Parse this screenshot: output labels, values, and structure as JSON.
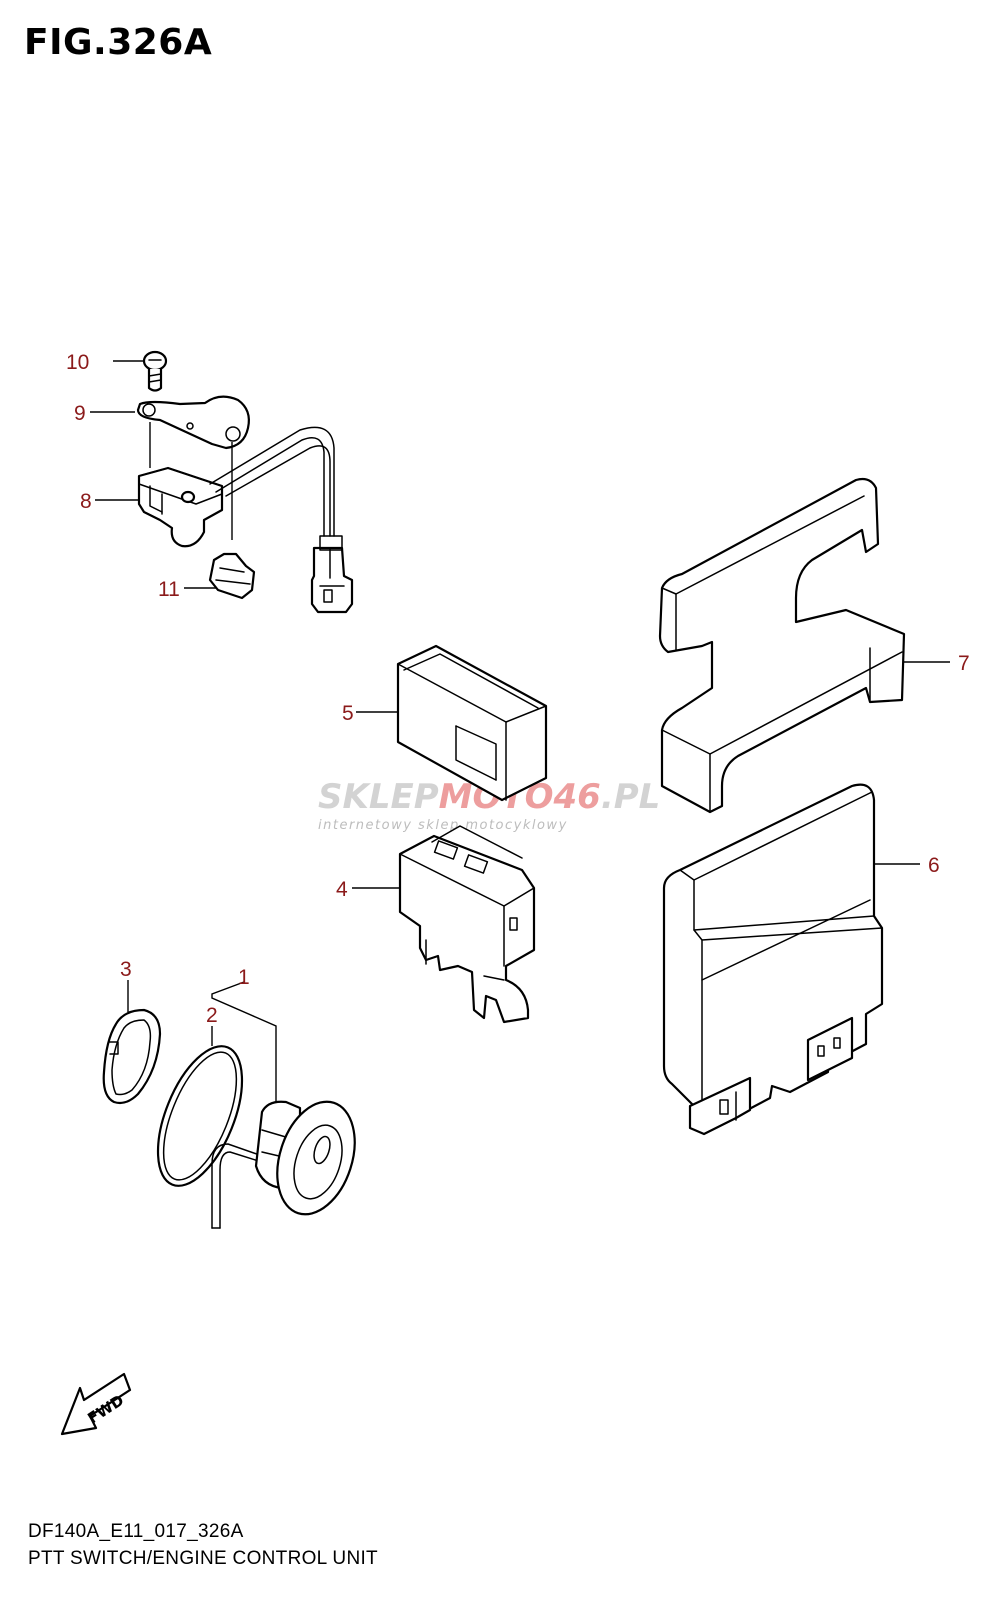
{
  "figure": {
    "title": "FIG.326A",
    "code": "DF140A_E11_017_326A",
    "caption": "PTT SWITCH/ENGINE CONTROL UNIT"
  },
  "callouts": {
    "c1": "1",
    "c2": "2",
    "c3": "3",
    "c4": "4",
    "c5": "5",
    "c6": "6",
    "c7": "7",
    "c8": "8",
    "c9": "9",
    "c10": "10",
    "c11": "11"
  },
  "fwd_label": "FWD",
  "watermark": {
    "brand_a": "SKLEP",
    "brand_b": "MOTO",
    "brand_c": "46",
    "brand_d": ".PL",
    "tagline": "internetowy sklep motocyklowy"
  },
  "colors": {
    "callout": "#8b1a1a",
    "watermark_grey": "#b0b0b0",
    "watermark_red": "#e05050"
  }
}
